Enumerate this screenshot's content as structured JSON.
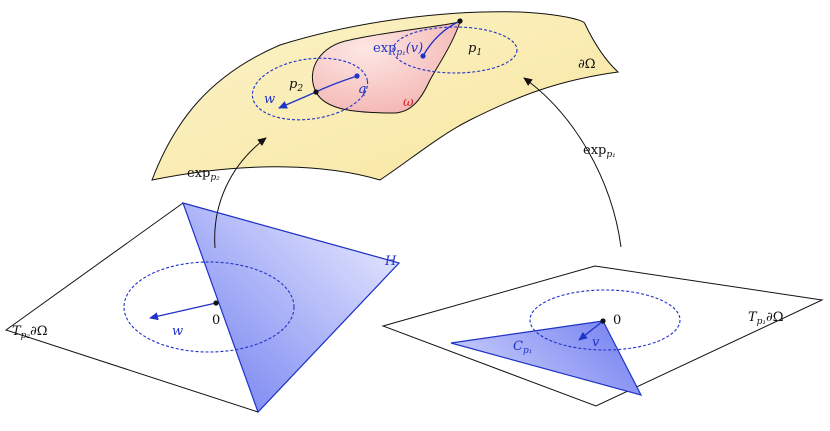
{
  "labels": {
    "boundary": "∂Ω",
    "omega": "ω",
    "p1": "p",
    "p1_sub": "1",
    "p2": "p",
    "p2_sub": "2",
    "q": "q",
    "w_top": "w",
    "exp_top": "exp",
    "exp_top_sub": "p₁",
    "exp_top_arg": "(v)",
    "exp_left": "exp",
    "exp_left_sub": "p₂",
    "exp_right": "exp",
    "exp_right_sub": "p₁",
    "H": "H",
    "zero_left": "0",
    "w_left": "w",
    "tangent_left": "T",
    "tangent_left_sub": "p₂",
    "tangent_left_rest": "∂Ω",
    "zero_right": "0",
    "v_right": "v",
    "C": "C",
    "C_sub": "p₁",
    "tangent_right": "T",
    "tangent_right_sub": "p₁",
    "tangent_right_rest": "∂Ω"
  },
  "colors": {
    "surface": "#fbf1bf",
    "omega_fill": "#f6c6c6",
    "blue": "#1f33c8",
    "half_space": "#7f8cf2"
  }
}
